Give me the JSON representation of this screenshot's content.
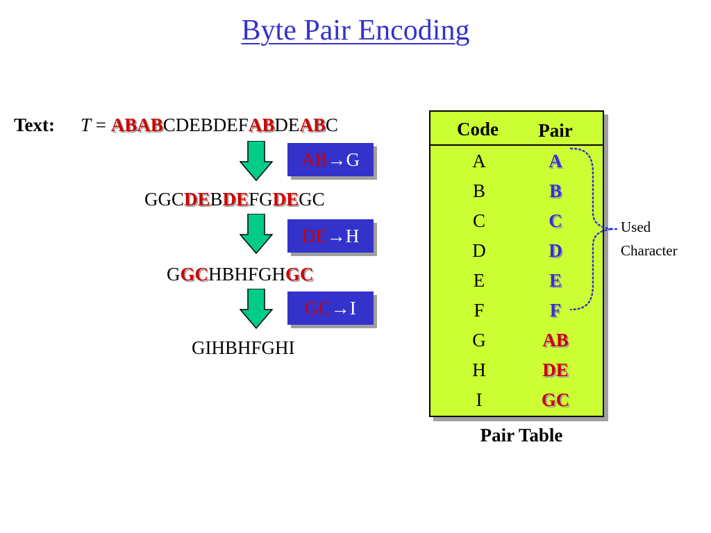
{
  "title": "Byte Pair Encoding",
  "text_label": "Text:",
  "text_var": "T",
  "text_eq": " = ",
  "sequences": [
    [
      {
        "t": "AB",
        "h": true
      },
      {
        "t": "AB",
        "h": true
      },
      {
        "t": "CDEBDEF",
        "h": false
      },
      {
        "t": "AB",
        "h": true
      },
      {
        "t": "DE",
        "h": false
      },
      {
        "t": "AB",
        "h": true
      },
      {
        "t": "C",
        "h": false
      }
    ],
    [
      {
        "t": "GGC",
        "h": false
      },
      {
        "t": "DE",
        "h": true
      },
      {
        "t": "B",
        "h": false
      },
      {
        "t": "DE",
        "h": true
      },
      {
        "t": "FG",
        "h": false
      },
      {
        "t": "DE",
        "h": true
      },
      {
        "t": "GC",
        "h": false
      }
    ],
    [
      {
        "t": "G",
        "h": false
      },
      {
        "t": "GC",
        "h": true
      },
      {
        "t": "HBHFGH",
        "h": false
      },
      {
        "t": "GC",
        "h": true
      }
    ],
    [
      {
        "t": "GIHBHFGHI",
        "h": false
      }
    ]
  ],
  "rules": [
    {
      "pair": "AB",
      "arrow": "→",
      "code": "G"
    },
    {
      "pair": "DE",
      "arrow": "→",
      "code": "H"
    },
    {
      "pair": "GC",
      "arrow": "→",
      "code": "I"
    }
  ],
  "table": {
    "header_code": "Code",
    "header_pair": "Pair",
    "rows": [
      {
        "code": "A",
        "pair": "A"
      },
      {
        "code": "B",
        "pair": "B"
      },
      {
        "code": "C",
        "pair": "C"
      },
      {
        "code": "D",
        "pair": "D"
      },
      {
        "code": "E",
        "pair": "E"
      },
      {
        "code": "F",
        "pair": "F"
      },
      {
        "code": "G",
        "pair": "AB"
      },
      {
        "code": "H",
        "pair": "DE"
      },
      {
        "code": "I",
        "pair": "GC"
      }
    ],
    "caption": "Pair Table"
  },
  "used_label_line1": "Used",
  "used_label_line2": "Character",
  "colors": {
    "title": "#3333cc",
    "highlight": "#cc0000",
    "rule_box": "#3333cc",
    "table_bg": "#ccff33",
    "arrow_fill": "#00cc88",
    "brace": "#3333cc"
  }
}
